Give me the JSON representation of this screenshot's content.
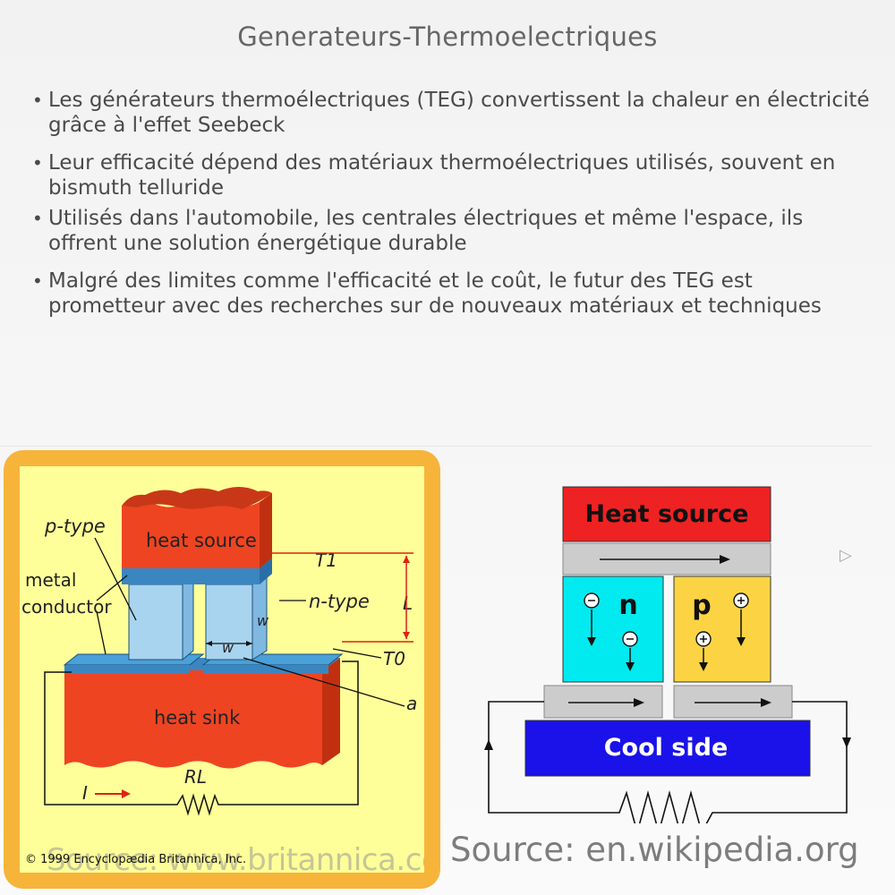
{
  "title": "Generateurs-Thermoelectriques",
  "bullets": [
    "Les générateurs thermoélectriques (TEG) convertissent la chaleur en électricité grâce à l'effet Seebeck",
    "Leur efficacité dépend des matériaux thermoélectriques utilisés, souvent en bismuth telluride",
    "Utilisés dans l'automobile, les centrales électriques et même l'espace, ils offrent une solution énergétique durable",
    "Malgré des limites comme l'efficacité et le coût, le futur des TEG est prometteur avec des recherches sur de nouveaux matériaux et techniques"
  ],
  "left_diagram": {
    "heat_source": "heat source",
    "heat_sink": "heat sink",
    "p_type": "p-type",
    "n_type": "n-type",
    "metal": "metal",
    "conductor": "conductor",
    "t1": "T1",
    "t0": "T0",
    "l": "L",
    "w": "w",
    "a": "a",
    "current": "I",
    "rl": "RL",
    "source": "Source: www.britannica.com",
    "copyright": "© 1999 Encyclopædia Britannica, Inc."
  },
  "right_diagram": {
    "heat_source": "Heat source",
    "n": "n",
    "p": "p",
    "cool_side": "Cool side",
    "source": "Source: en.wikipedia.org"
  },
  "colors": {
    "heat_red": "#ee4422",
    "n_cyan": "#00eaf0",
    "p_yellow": "#fcd443",
    "cool_blue": "#1a12e8",
    "panel_orange": "#f7b43a",
    "panel_yellow": "#ffff99"
  }
}
